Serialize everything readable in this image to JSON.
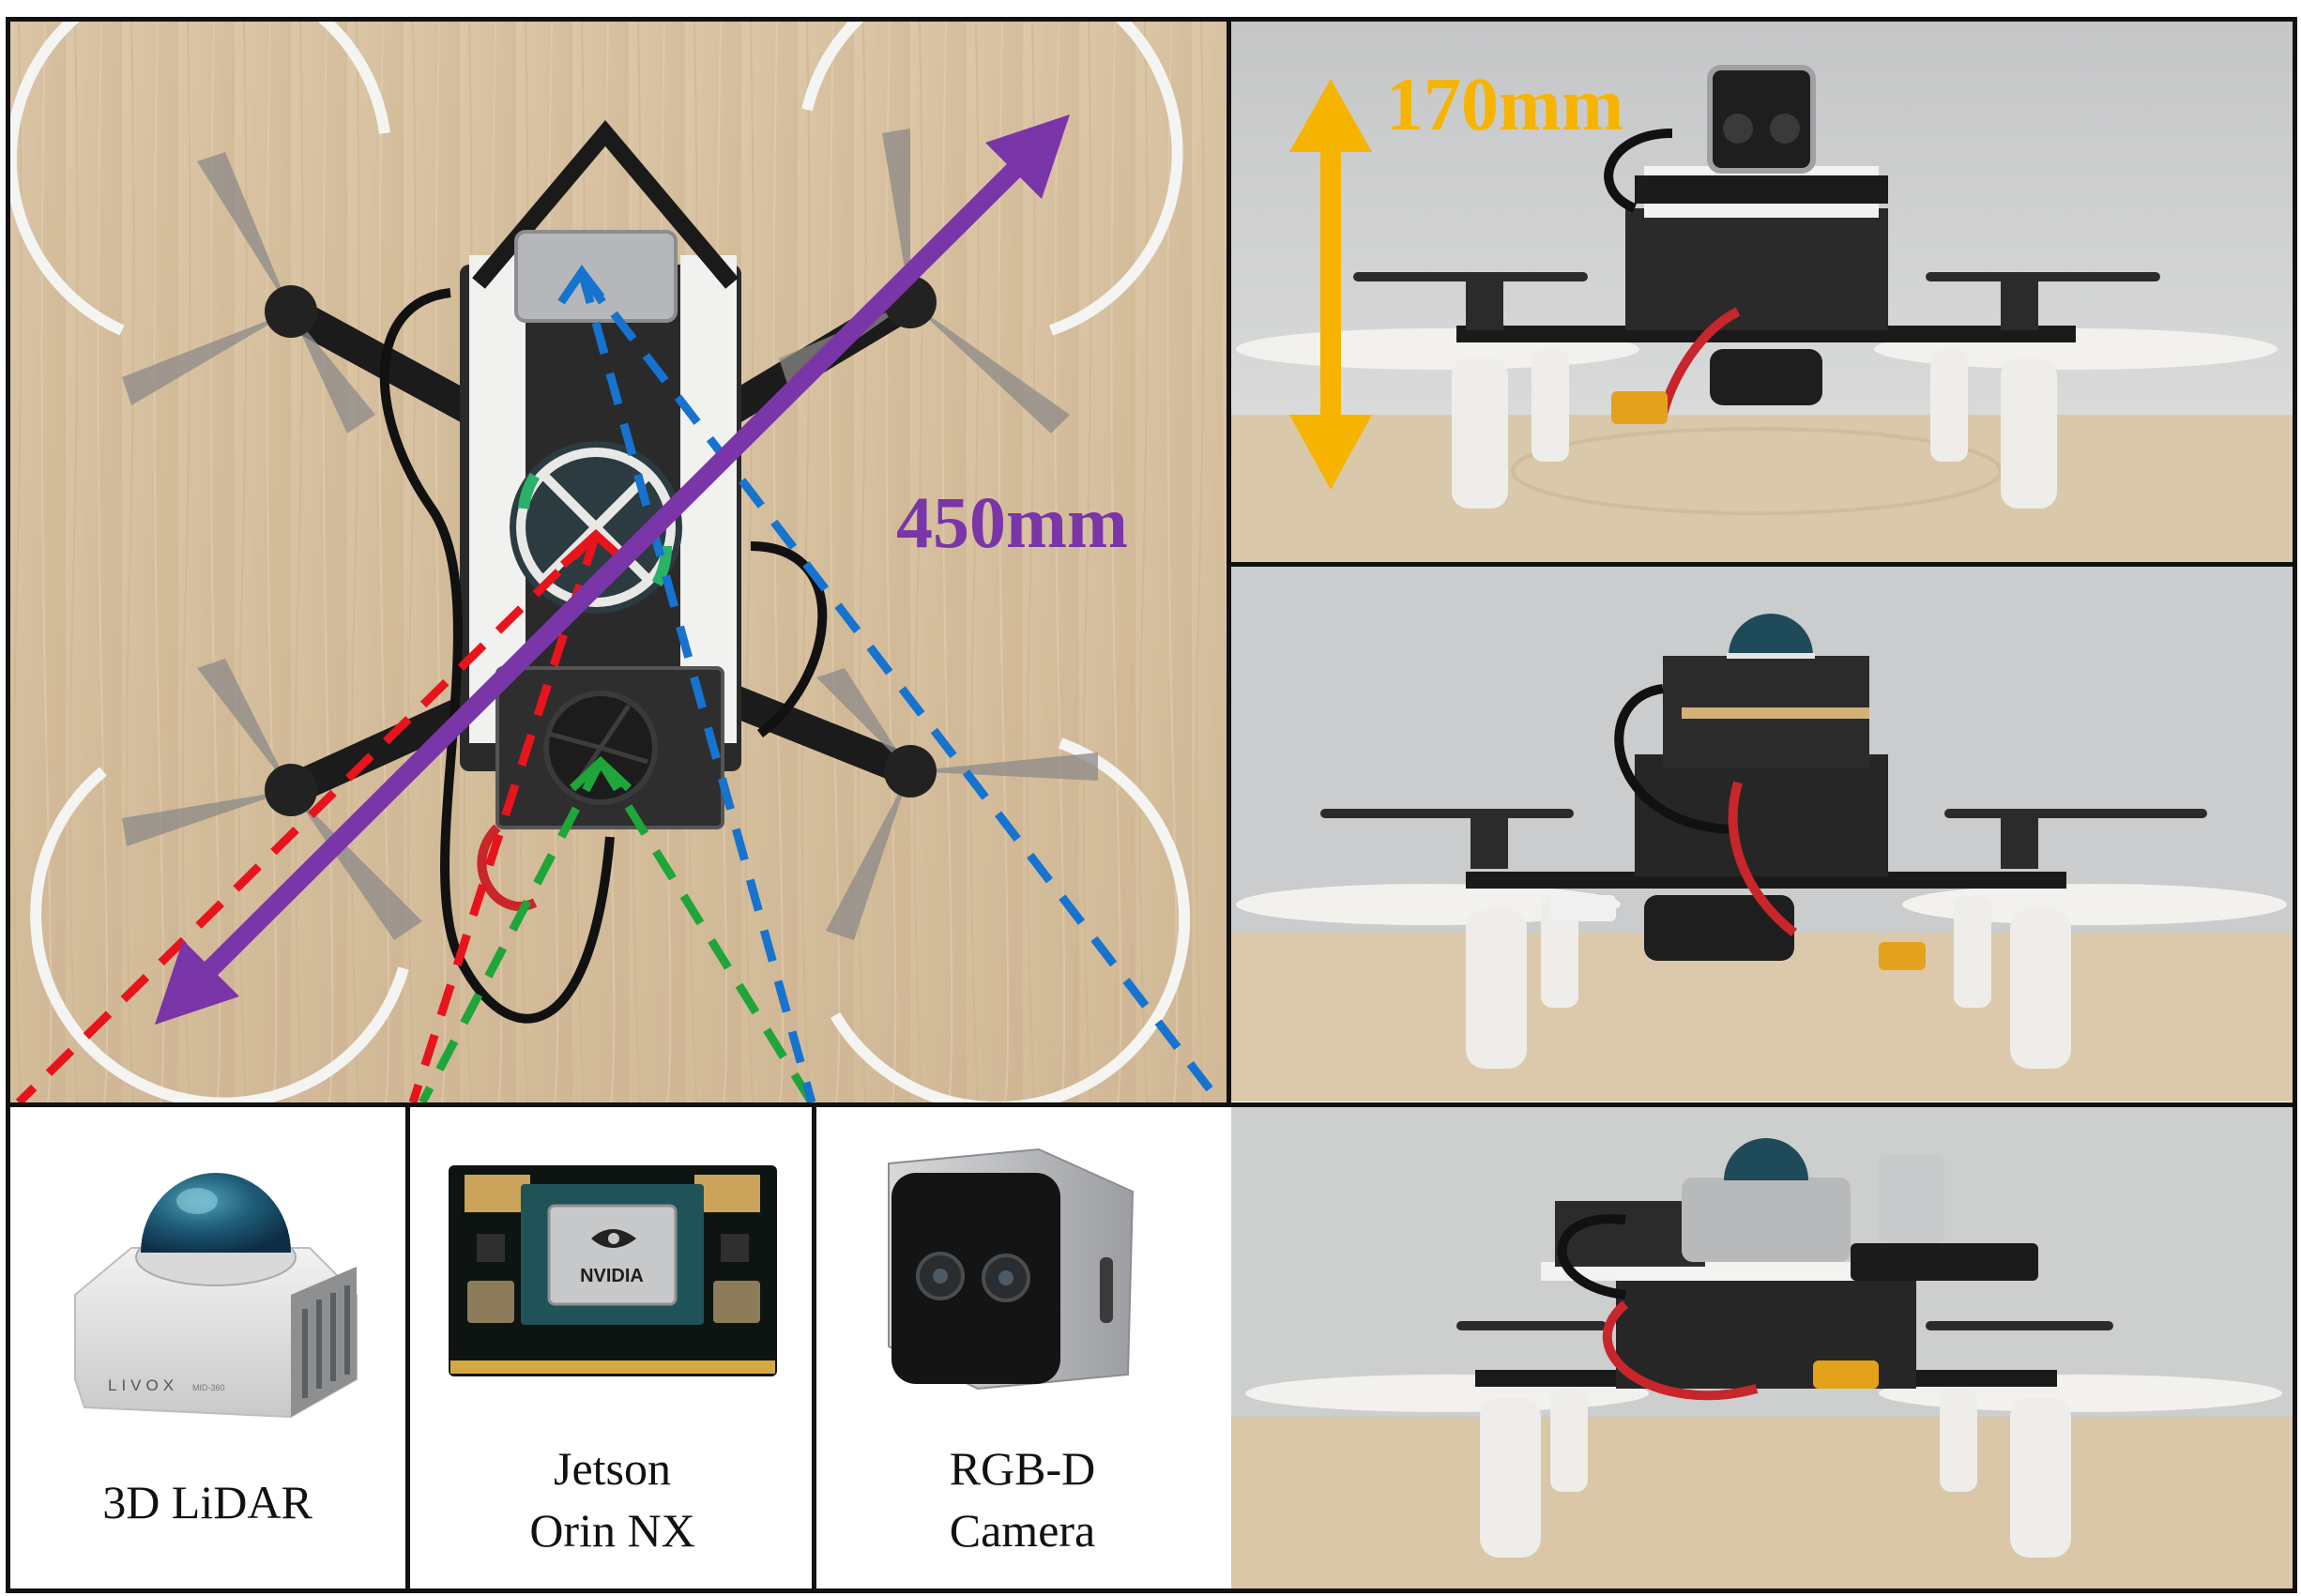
{
  "annotations": {
    "diagonal_label": "450mm",
    "height_label": "170mm"
  },
  "components": [
    {
      "label_line1": "3D LiDAR",
      "label_line2": ""
    },
    {
      "label_line1": "Jetson",
      "label_line2": "Orin NX"
    },
    {
      "label_line1": "RGB-D",
      "label_line2": "Camera"
    }
  ],
  "logo_text": {
    "lidar_brand": "LIVOX",
    "lidar_model": "MID-360",
    "gpu_brand": "NVIDIA"
  },
  "colors": {
    "diagonal_arrow": "#7a35a8",
    "height_arrow": "#f6b400",
    "lidar_fov": "#e8141c",
    "jetson_fov": "#1fa53a",
    "camera_fov": "#1673d0",
    "wood": "#d8c3a4",
    "wall": "#cfd0d0",
    "table": "#d9c7a8"
  }
}
